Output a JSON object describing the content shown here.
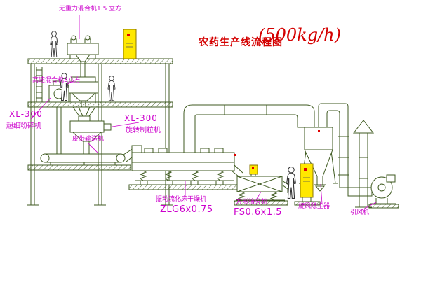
{
  "title": {
    "name": "农药生产线流程图",
    "capacity": "(500kg/h)"
  },
  "labels": {
    "gravity_mixer": "无重力混合机1.5 立方",
    "high_speed_mixer": "高速混合机3立方",
    "pulverizer_model": "XL-300",
    "pulverizer_name": "超细粉碎机",
    "granulator_model": "XL-300",
    "granulator_name": "旋转制粒机",
    "belt_conveyor": "皮带输送机",
    "dryer_name": "振动流化床干燥机",
    "dryer_model": "ZLG6x0.75",
    "sieve_name": "方形筛分机",
    "sieve_model": "FS0.6x1.5",
    "cyclone_name": "旋风除尘器",
    "fan_name": "引风机"
  },
  "colors": {
    "drawing_line": "#3f5a20",
    "label_text": "#cc00cc",
    "title_text": "#d40000",
    "cabinet_fill": "#ffe800",
    "marker_red": "#e00000"
  }
}
